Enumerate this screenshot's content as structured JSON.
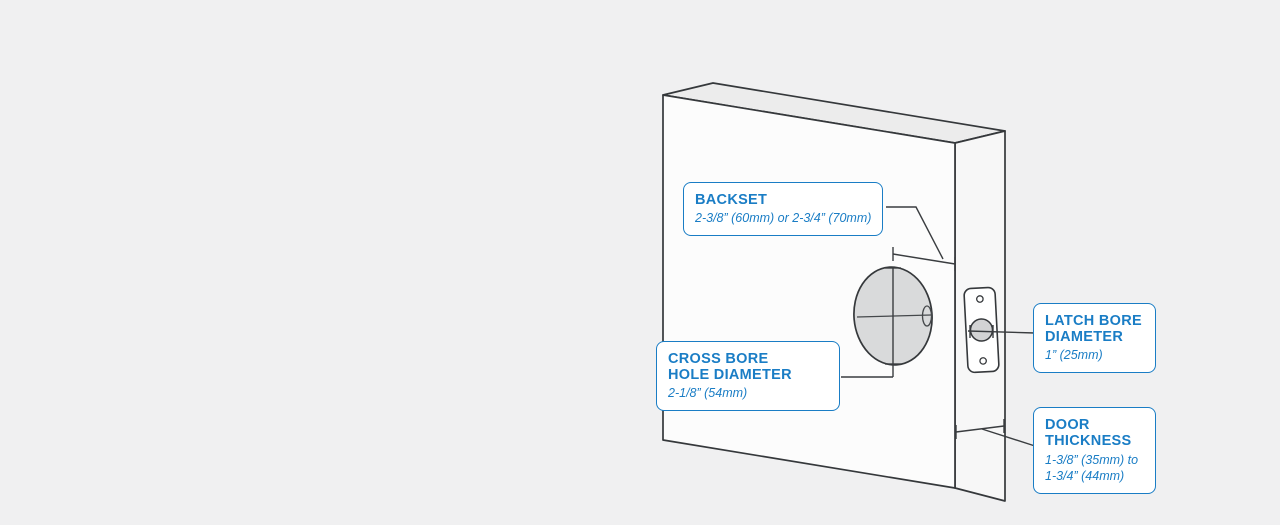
{
  "page": {
    "background": "#f0f0f1",
    "accent_blue": "#1a7dc5",
    "line_color": "#3a3d40",
    "door_fill": "#fcfcfc",
    "door_top_fill": "#ececec",
    "door_edge_fill": "#f7f7f7",
    "hole_fill": "#d9dadb"
  },
  "callouts": {
    "backset": {
      "title": "BACKSET",
      "value": "2-3/8” (60mm) or 2-3/4” (70mm)"
    },
    "cross_bore": {
      "title_line1": "CROSS BORE",
      "title_line2": "HOLE DIAMETER",
      "value": "2-1/8” (54mm)"
    },
    "latch_bore": {
      "title_line1": "LATCH BORE",
      "title_line2": "DIAMETER",
      "value": "1” (25mm)"
    },
    "door_thickness": {
      "title_line1": "DOOR",
      "title_line2": "THICKNESS",
      "value_line1": "1-3/8” (35mm) to",
      "value_line2": "1-3/4” (44mm)"
    }
  }
}
